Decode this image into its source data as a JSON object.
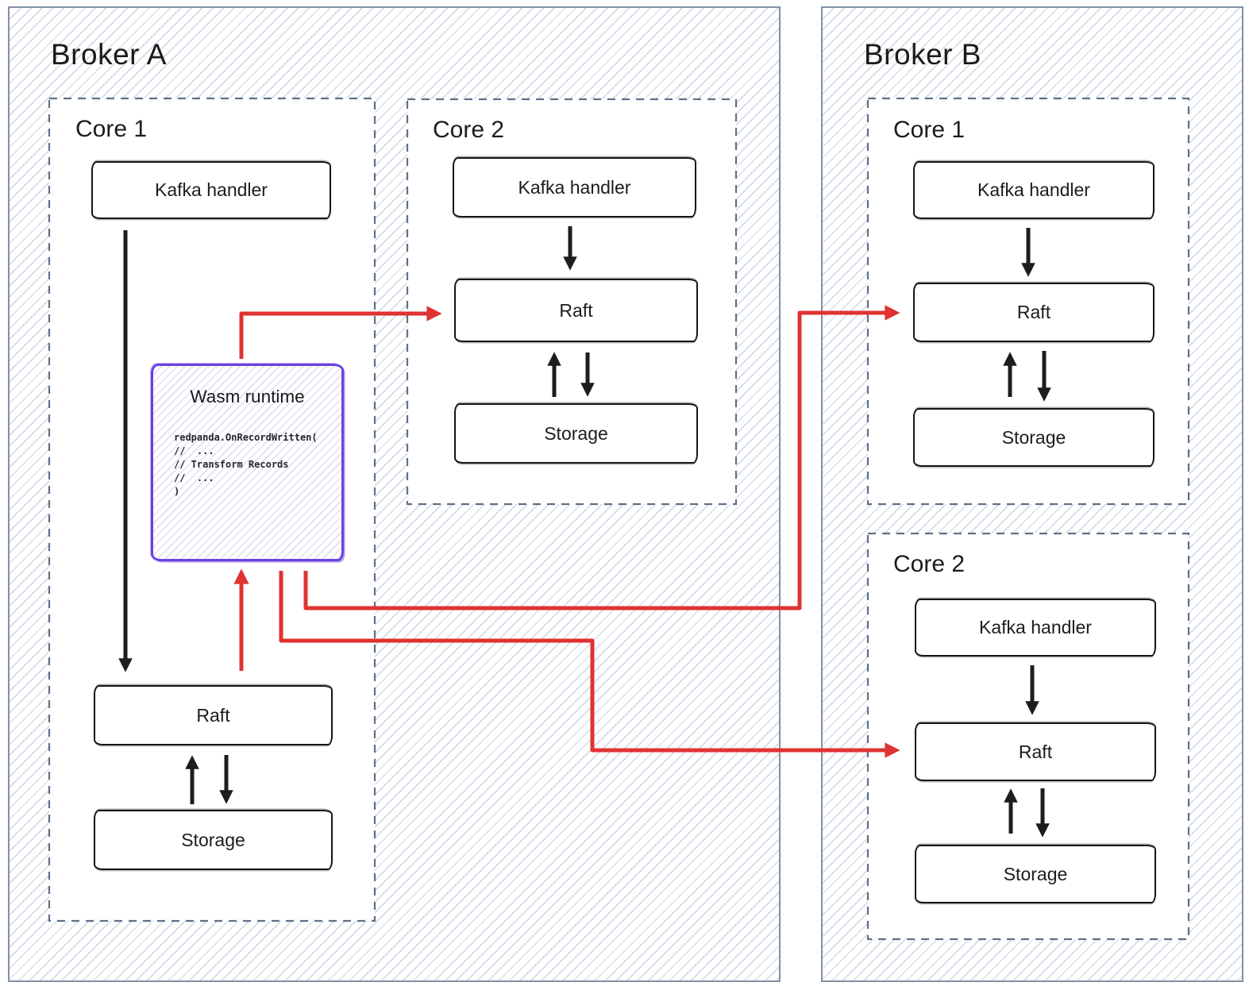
{
  "colors": {
    "red_arrow": "#e03232",
    "black_arrow": "#1d1d1d",
    "wasm_purple": "#6c42e2",
    "broker_border": "#8290a6",
    "core_dashed_border": "#5f7089",
    "hatch_line": "#ccd5e2",
    "wasm_hatch_line": "#dcd6f5"
  },
  "brokerA": {
    "title": "Broker A",
    "core1": {
      "label": "Core 1",
      "kafka": "Kafka handler",
      "raft": "Raft",
      "storage": "Storage"
    },
    "core2": {
      "label": "Core 2",
      "kafka": "Kafka handler",
      "raft": "Raft",
      "storage": "Storage"
    },
    "wasm": {
      "title": "Wasm runtime",
      "code": [
        "redpanda.OnRecordWritten(",
        "//  ...",
        "// Transform Records",
        "//  ...",
        ")"
      ]
    }
  },
  "brokerB": {
    "title": "Broker B",
    "core1": {
      "label": "Core 1",
      "kafka": "Kafka handler",
      "raft": "Raft",
      "storage": "Storage"
    },
    "core2": {
      "label": "Core 2",
      "kafka": "Kafka handler",
      "raft": "Raft",
      "storage": "Storage"
    }
  }
}
